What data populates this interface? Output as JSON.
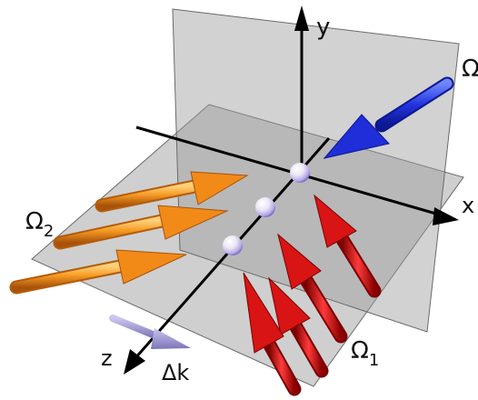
{
  "labels": {
    "axis_y": "y",
    "axis_x": "x",
    "axis_z": "z",
    "omega_blue": "Ω",
    "omega2": "Ω",
    "omega2_sub": "2",
    "omega1": "Ω",
    "omega1_sub": "1",
    "delta_k": "Δk"
  },
  "colors": {
    "plane_fill": "#a7a7a7",
    "plane_edge": "#6a6a6a",
    "axis": "#000000",
    "blue_beam": "#1f2ed8",
    "orange_beam": "#f28a18",
    "red_beam": "#d81414",
    "delta_k_arrow": "#8a82c8",
    "atom": "#e9e4f7"
  },
  "elements": {
    "atoms": 3,
    "orange_beams": 3,
    "red_beams": 4,
    "blue_beams": 1
  }
}
